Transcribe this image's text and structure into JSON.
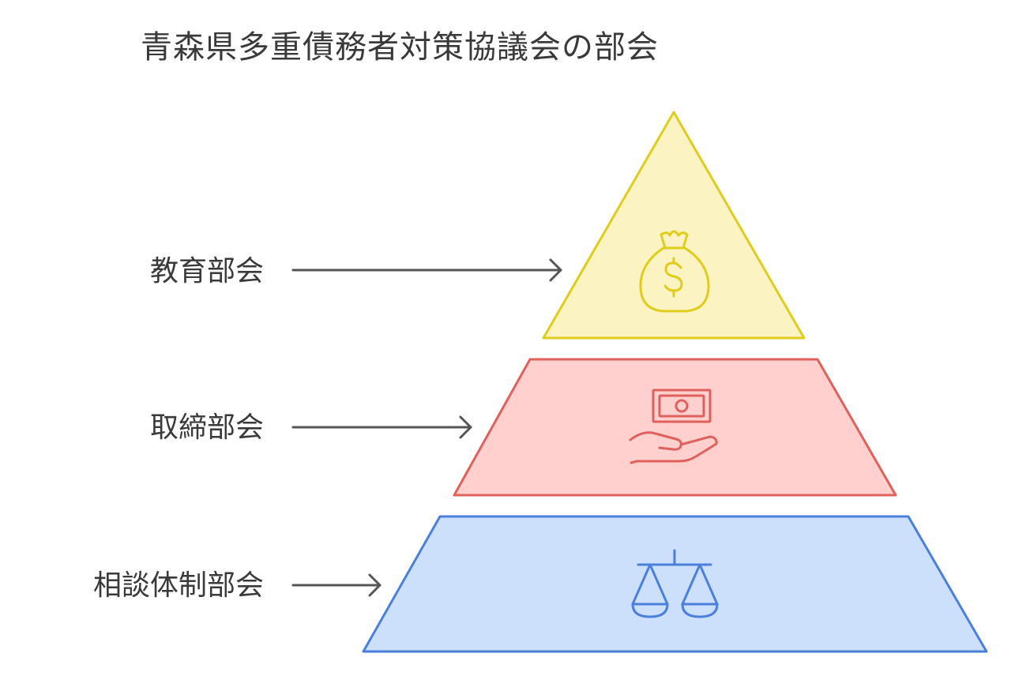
{
  "title": "青森県多重債務者対策協議会の部会",
  "levels": [
    {
      "label": "教育部会",
      "icon": "money-bag-icon",
      "fill": "#fbf4c2",
      "stroke": "#e0cc1c"
    },
    {
      "label": "取締部会",
      "icon": "cash-in-hand-icon",
      "fill": "#ffd0ce",
      "stroke": "#e0605c"
    },
    {
      "label": "相談体制部会",
      "icon": "scales-icon",
      "fill": "#cde0fb",
      "stroke": "#4a7fdc"
    }
  ],
  "arrow_color": "#555555"
}
